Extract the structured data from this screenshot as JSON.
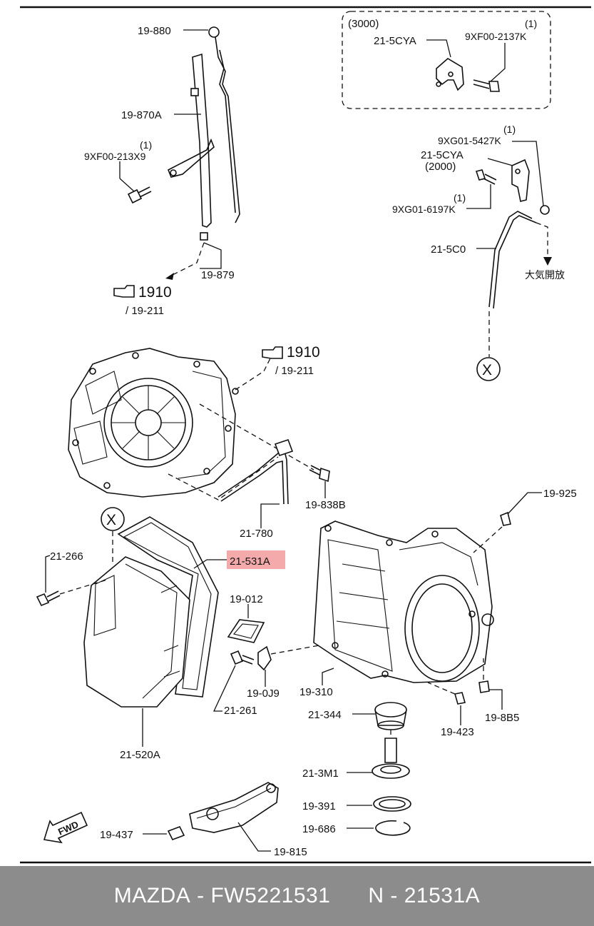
{
  "labels": {
    "p19880": "19-880",
    "p19870a": "19-870A",
    "qty1a": "(1)",
    "p9xf00213x9": "9XF00-213X9",
    "p19879": "19-879",
    "ref1910a": "1910",
    "ref19211a": "/ 19-211",
    "group3000": "(3000)",
    "p215cya_top": "21-5CYA",
    "qty1b": "(1)",
    "p9xf002137k": "9XF00-2137K",
    "qty1c": "(1)",
    "p9xg015427k": "9XG01-5427K",
    "p215cya_mid": "21-5CYA",
    "group2000": "(2000)",
    "qty1d": "(1)",
    "p9xg016197k": "9XG01-6197K",
    "p215c0": "21-5C0",
    "vent": "大気開放",
    "markerX1": "X",
    "ref1910b": "1910",
    "ref19211b": "/ 19-211",
    "p19838b": "19-838B",
    "p21780": "21-780",
    "markerX2": "X",
    "p21266": "21-266",
    "p21531a": "21-531A",
    "p19012": "19-012",
    "p190j9": "19-0J9",
    "p21261": "21-261",
    "p21520a": "21-520A",
    "p19925": "19-925",
    "p19310": "19-310",
    "p21344": "21-344",
    "p19423": "19-423",
    "p198b5": "19-8B5",
    "p213m1": "21-3M1",
    "p19391": "19-391",
    "p19686": "19-686",
    "p19437": "19-437",
    "p19815": "19-815",
    "fwd": "FWD"
  },
  "highlight": {
    "part": "21-531A",
    "color": "#f4a9ab"
  },
  "footer": {
    "brand": "MAZDA",
    "part_number": "FW5221531",
    "catalog_ref": "N - 21531A",
    "background": "#8c8c8c",
    "text_color": "#ffffff"
  },
  "colors": {
    "ink": "#111111",
    "background": "#ffffff"
  }
}
